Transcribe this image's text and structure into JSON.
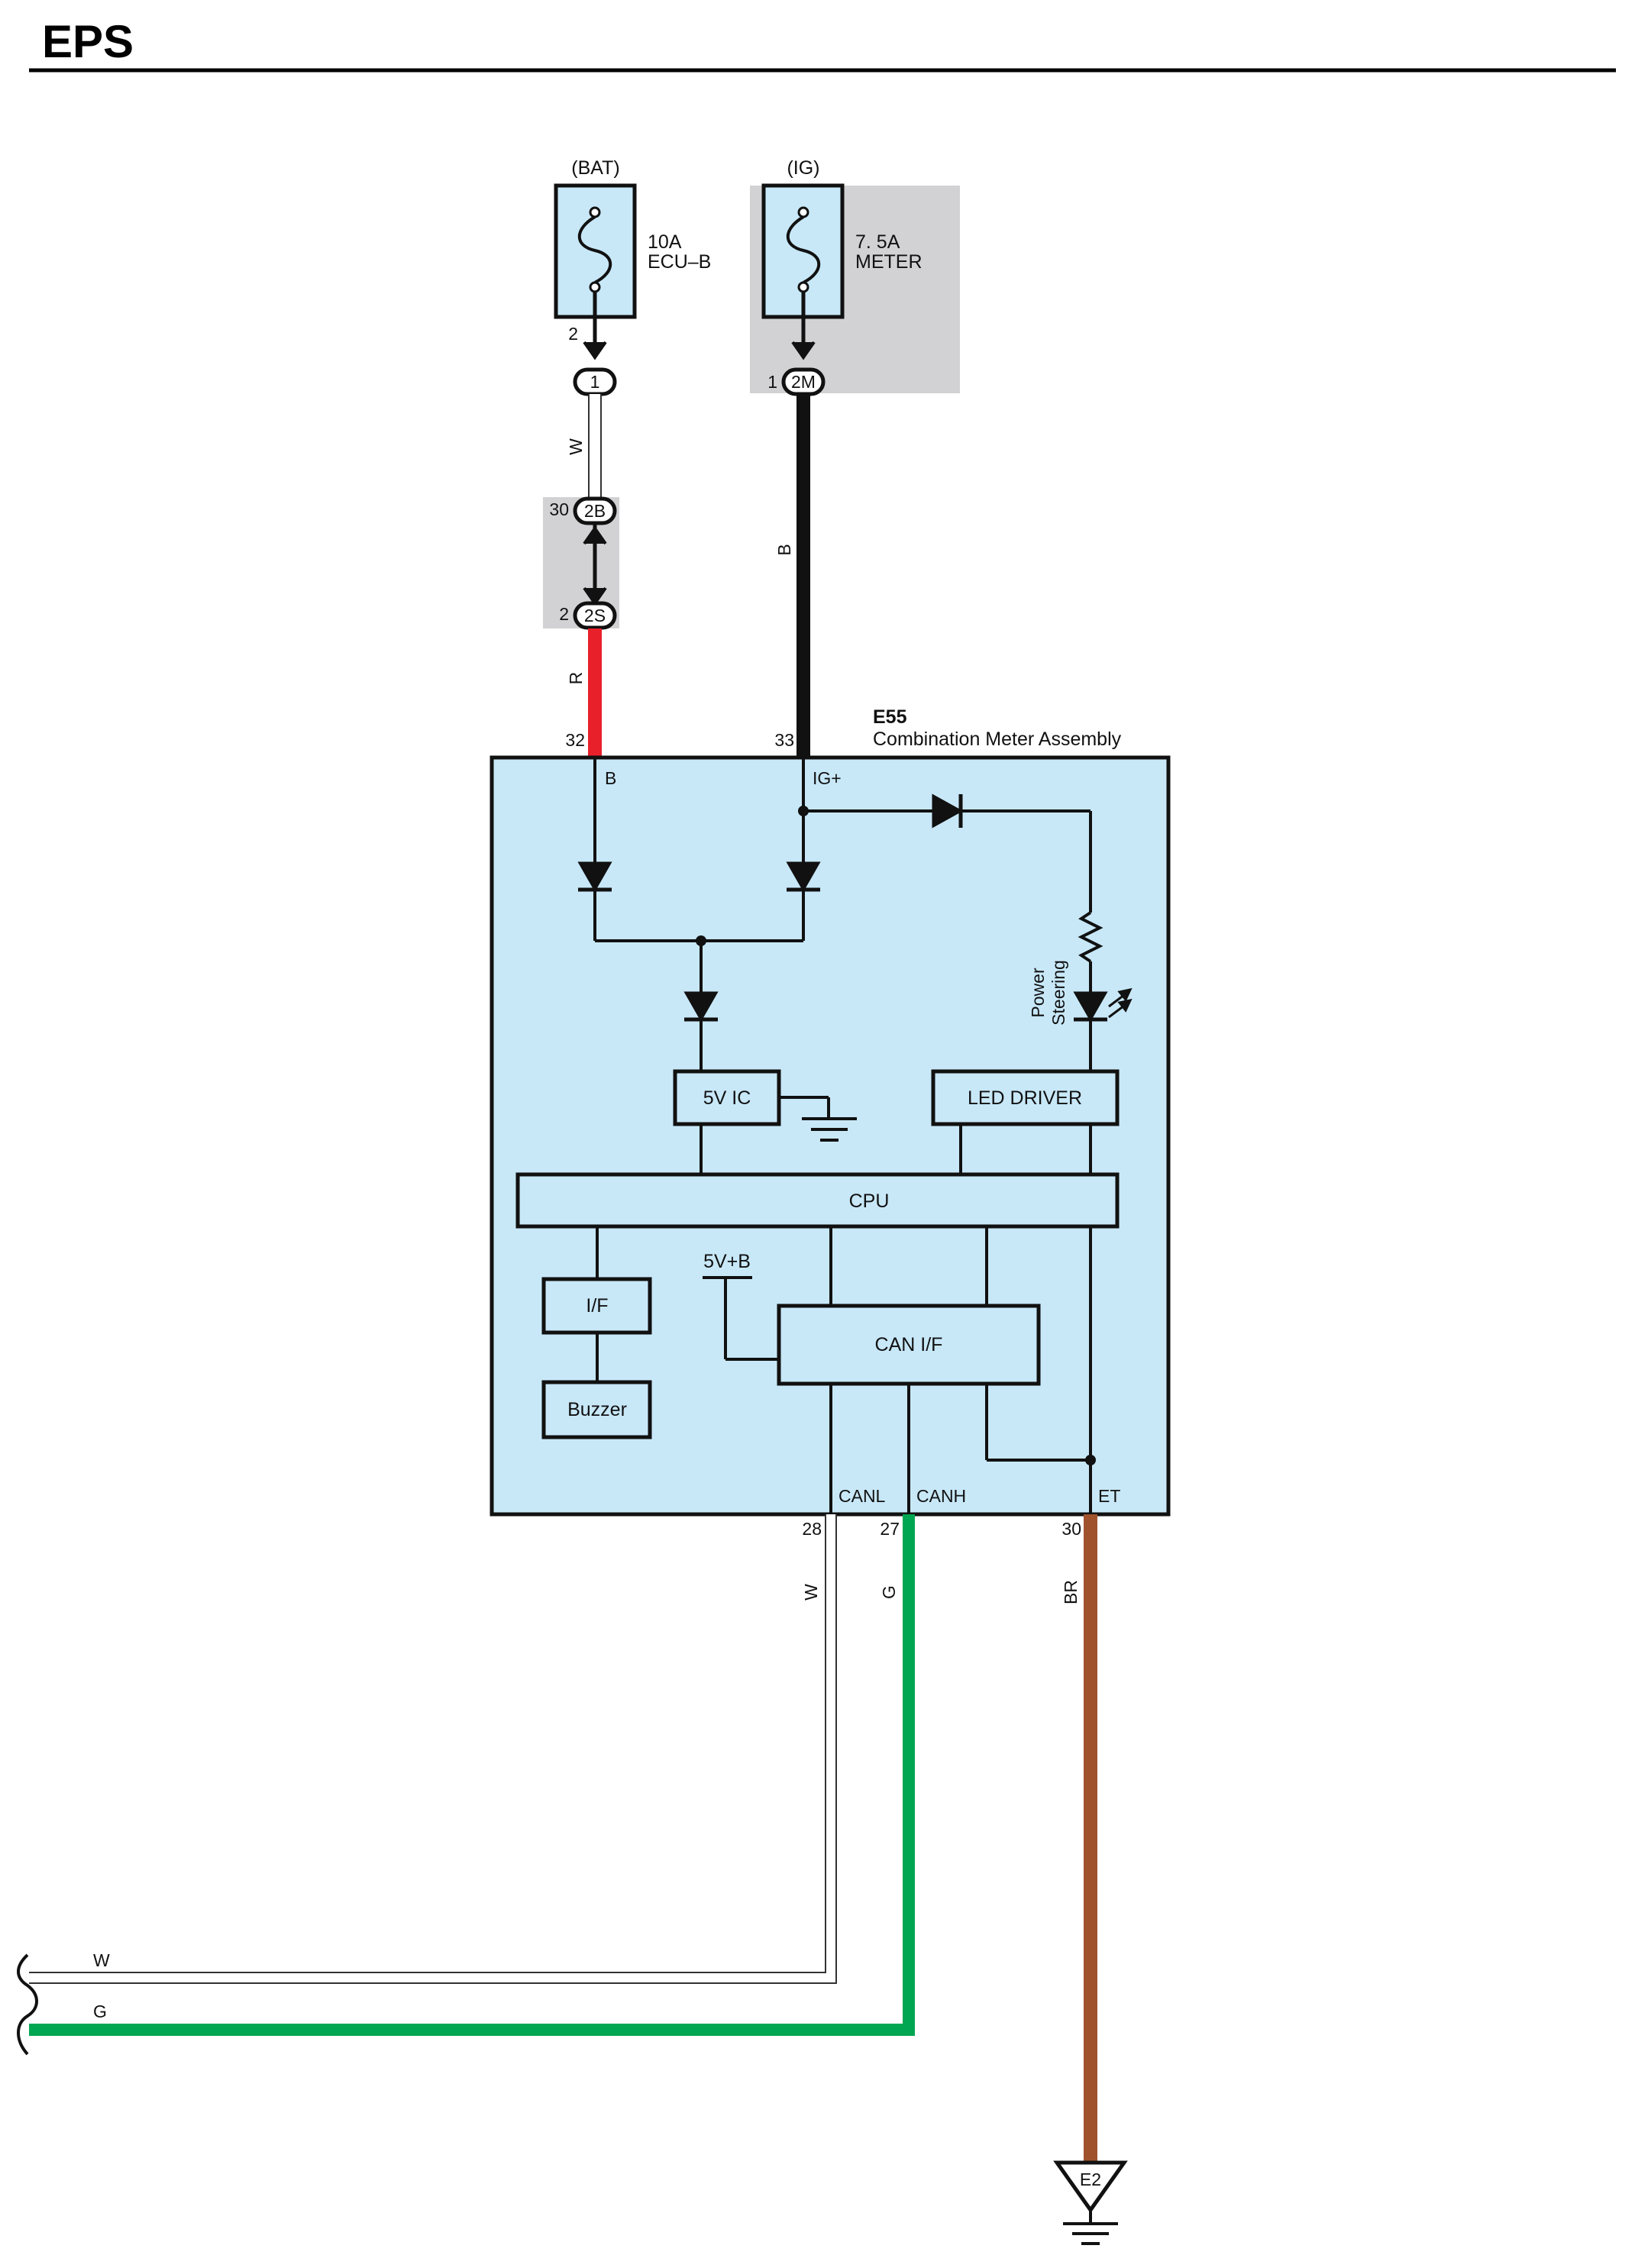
{
  "page": {
    "title": "EPS"
  },
  "sources": {
    "bat": {
      "label": "(BAT)",
      "amp": "10A",
      "name": "ECU–B",
      "pin": "2",
      "conn": "1"
    },
    "ig": {
      "label": "(IG)",
      "amp": "7. 5A",
      "name": "METER",
      "pin": "1",
      "conn": "2M"
    }
  },
  "junction": {
    "top_pin": "30",
    "top_conn": "2B",
    "bottom_pin": "2",
    "bottom_conn": "2S"
  },
  "wires": {
    "w1": "W",
    "r": "R",
    "b": "B",
    "w2": "W",
    "g": "G",
    "br": "BR",
    "w_left": "W",
    "g_left": "G"
  },
  "assembly": {
    "id": "E55",
    "name": "Combination Meter Assembly",
    "pins": {
      "b": "32",
      "ig": "33",
      "canl": "28",
      "canh": "27",
      "et": "30"
    },
    "terminals": {
      "b": "B",
      "ig": "IG+",
      "canl": "CANL",
      "canh": "CANH",
      "et": "ET"
    },
    "blocks": {
      "ic5v": "5V IC",
      "led_driver": "LED DRIVER",
      "cpu": "CPU",
      "if": "I/F",
      "buzzer": "Buzzer",
      "can_if": "CAN I/F",
      "v5b": "5V+B"
    },
    "led_label": [
      "Power",
      "Steering"
    ]
  },
  "ground": {
    "label": "E2"
  },
  "colors": {
    "fill_blue": "#c8e8f8",
    "shade_gray": "#d2d2d4",
    "wire_red": "#e8202a",
    "wire_black": "#111111",
    "wire_green": "#00a651",
    "wire_brown": "#a0522d",
    "wire_white": "#ffffff"
  }
}
